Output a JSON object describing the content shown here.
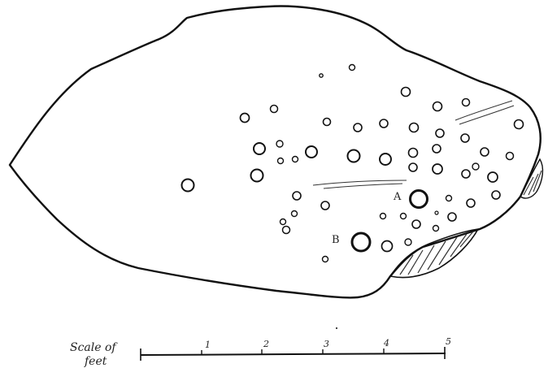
{
  "marks": {
    "a": "A",
    "b": "B"
  },
  "scale": {
    "title_line1": "Scale of",
    "title_line2": "feet",
    "ticks": [
      "1",
      "2",
      "3",
      "4",
      "5"
    ]
  }
}
